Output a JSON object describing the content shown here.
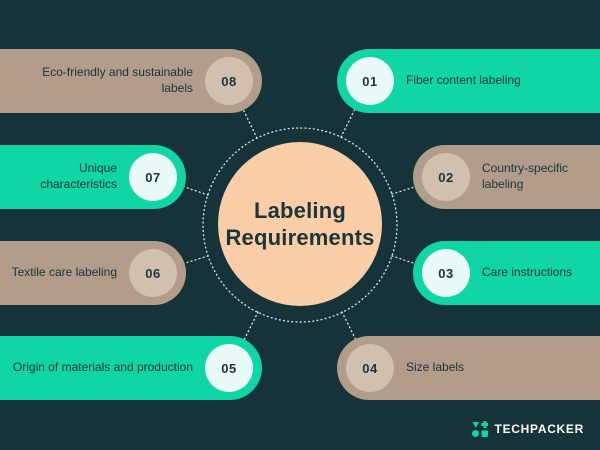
{
  "title": "Labeling Requirements",
  "items": [
    {
      "number": "01",
      "label": "Fiber content labeling"
    },
    {
      "number": "02",
      "label": "Country-specific labeling"
    },
    {
      "number": "03",
      "label": "Care instructions"
    },
    {
      "number": "04",
      "label": "Size labels"
    },
    {
      "number": "05",
      "label": "Origin of materials and production"
    },
    {
      "number": "06",
      "label": "Textile care labeling"
    },
    {
      "number": "07",
      "label": "Unique characteristics"
    },
    {
      "number": "08",
      "label": "Eco-friendly and sustainable labels"
    }
  ],
  "logo": {
    "text": "TECHPACKER"
  },
  "colors": {
    "background": "#16333A",
    "pill_green": "#10D5A5",
    "pill_tan": "#B39C89",
    "badge_on_tan": "#D2C0AF",
    "badge_on_green": "#EAFAF6",
    "center_circle": "#F9CEA7",
    "text_dark": "#1B353B",
    "connector": "#D9E0DE",
    "logo_text": "#FFFFFF",
    "logo_icon": "#10D5A5"
  }
}
